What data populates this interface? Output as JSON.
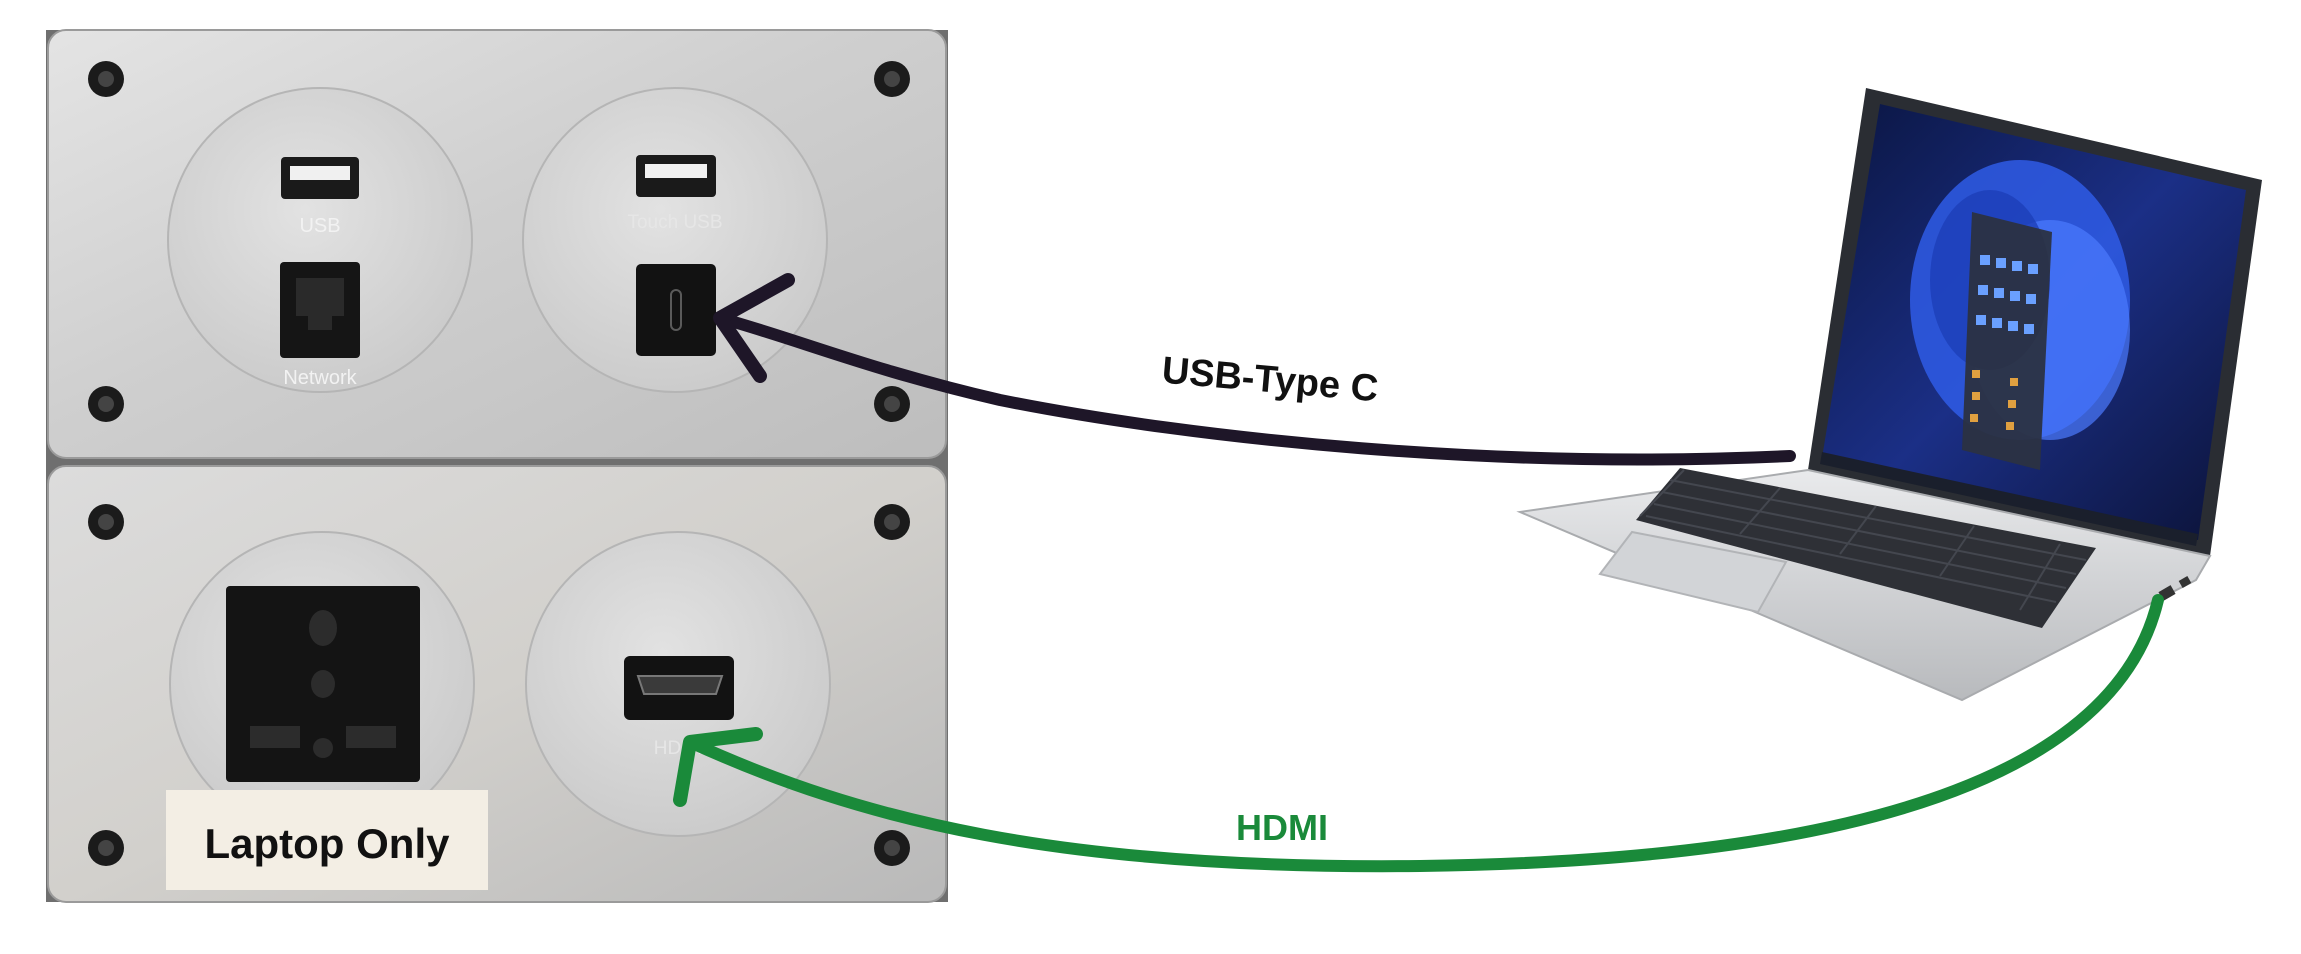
{
  "panel_top": {
    "usb_label": "USB",
    "network_label": "Network",
    "touch_usb_label": "Touch USB"
  },
  "panel_bottom": {
    "laptop_only_label": "Laptop Only",
    "hdmi_port_label": "HDMI"
  },
  "connections": {
    "usb_c_label": "USB-Type C",
    "hdmi_label": "HDMI"
  },
  "colors": {
    "usb_c_cable": "#1e1628",
    "hdmi_cable": "#1a8a3a",
    "panel": "#cfcfcf"
  }
}
